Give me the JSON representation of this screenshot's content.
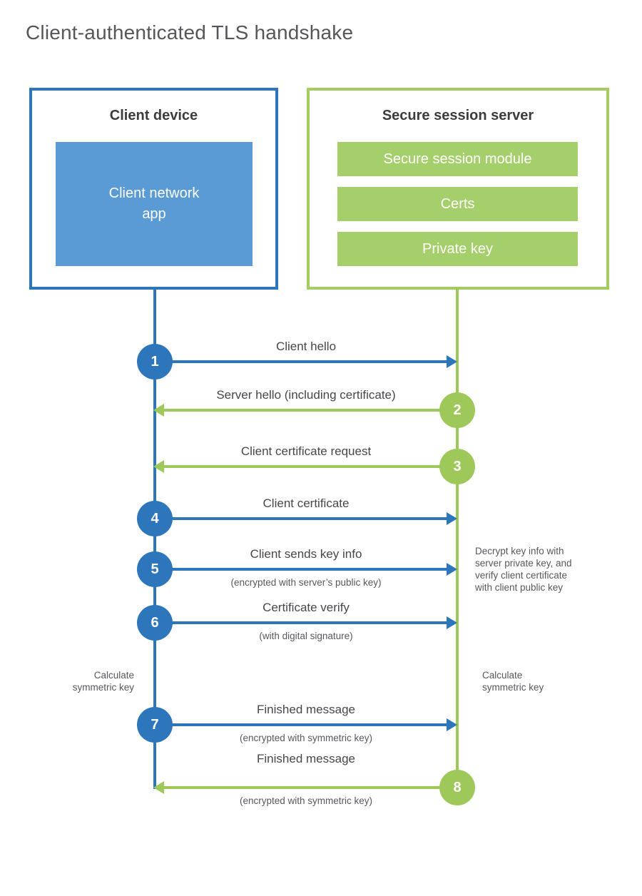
{
  "title": "Client-authenticated TLS handshake",
  "client_box": {
    "title": "Client device",
    "app": "Client network\napp"
  },
  "server_box": {
    "title": "Secure session server",
    "modules": [
      "Secure session module",
      "Certs",
      "Private key"
    ]
  },
  "steps": [
    {
      "num": "1",
      "actor": "client",
      "direction": "right",
      "label": "Client hello",
      "sub": ""
    },
    {
      "num": "2",
      "actor": "server",
      "direction": "left",
      "label": "Server hello (including certificate)",
      "sub": ""
    },
    {
      "num": "3",
      "actor": "server",
      "direction": "left",
      "label": "Client certificate request",
      "sub": ""
    },
    {
      "num": "4",
      "actor": "client",
      "direction": "right",
      "label": "Client certificate",
      "sub": ""
    },
    {
      "num": "5",
      "actor": "client",
      "direction": "right",
      "label": "Client sends key info",
      "sub": "(encrypted with server’s public key)"
    },
    {
      "num": "6",
      "actor": "client",
      "direction": "right",
      "label": "Certificate verify",
      "sub": "(with digital signature)"
    },
    {
      "num": "7",
      "actor": "client",
      "direction": "right",
      "label": "Finished message",
      "sub": "(encrypted with symmetric key)"
    },
    {
      "num": "8",
      "actor": "server",
      "direction": "left",
      "label": "Finished message",
      "sub": "(encrypted with symmetric key)"
    }
  ],
  "notes": {
    "decrypt": "Decrypt key info with\nserver private key, and\nverify client certificate\nwith client public key",
    "calc_client": "Calculate\nsymmetric key",
    "calc_server": "Calculate\nsymmetric key"
  },
  "colors": {
    "client_blue": "#2d76bc",
    "client_blue_fill": "#5b9bd5",
    "server_green": "#9ec95a",
    "server_green_fill": "#a5cf6a",
    "heading_text": "#3c3c3e",
    "label_text": "#46474a",
    "note_text": "#57585c"
  }
}
